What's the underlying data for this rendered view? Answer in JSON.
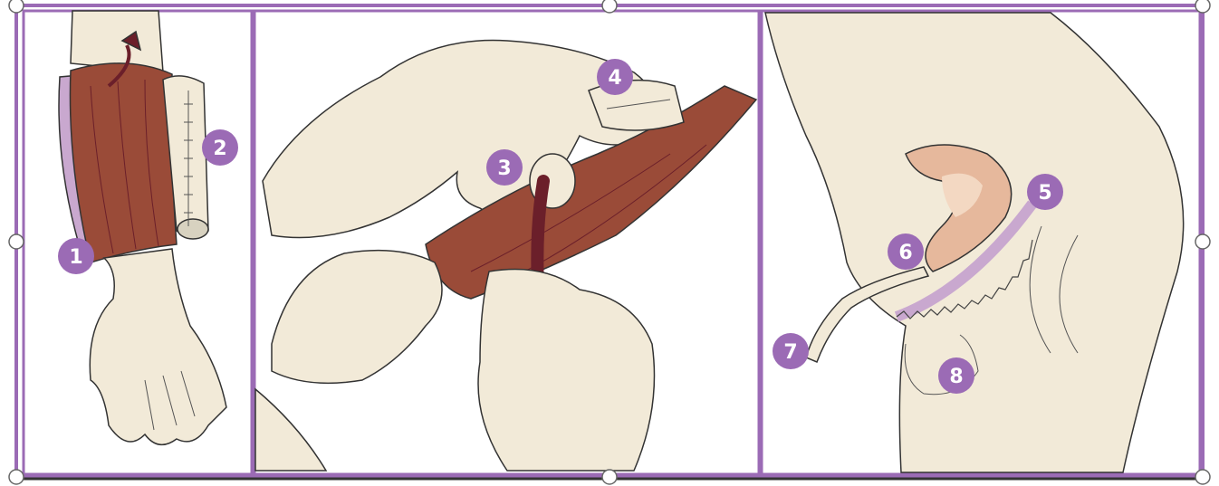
{
  "colors": {
    "frame": "#9b6bb5",
    "badge": "#9b6bb5",
    "skin": "#f2ead8",
    "muscle": "#9a4b38",
    "fascia": "#c9a8cf",
    "vessel": "#6b1f2a",
    "organ": "#e6b89c",
    "outline": "#333333"
  },
  "icons": {
    "panel_1": "forearm-graft-harvest-illustration",
    "panel_2": "hands-rolling-tube-illustration",
    "panel_3": "body-profile-neophallus-illustration"
  },
  "labels": [
    "1",
    "2",
    "3",
    "4",
    "5",
    "6",
    "7",
    "8"
  ]
}
